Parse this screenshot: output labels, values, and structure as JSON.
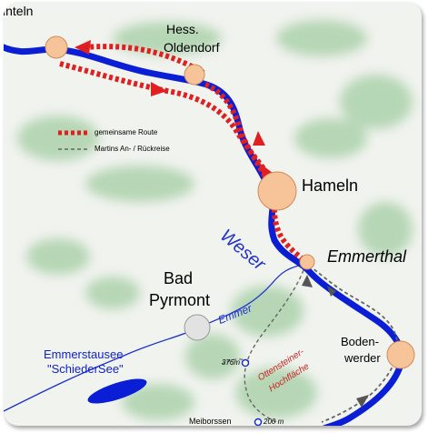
{
  "map": {
    "labels": {
      "rinteln": "inteln",
      "hess_oldendorf_1": "Hess.",
      "hess_oldendorf_2": "Oldendorf",
      "hameln": "Hameln",
      "emmerthal": "Emmerthal",
      "bad_pyrmont_1": "Bad",
      "bad_pyrmont_2": "Pyrmont",
      "bodenwerder_1": "Boden-",
      "bodenwerder_2": "werder",
      "weser": "Weser",
      "emmer": "Emmer",
      "emmerstausee_1": "Emmerstausee",
      "emmerstausee_2": "\"SchiederSee\"",
      "ottensteiner_1": "Ottensteiner-",
      "ottensteiner_2": "Hochfläche",
      "elevation_376": "376m",
      "meiborssen": "Meiborssen",
      "elevation_200": "200 m"
    },
    "legend": {
      "shared_route": "gemeinsame Route",
      "martins_route": "Martins An- / Rückreise"
    },
    "colors": {
      "river": "#0a1ed6",
      "shared_route": "#e02020",
      "martins_route": "#666666",
      "town_fill": "#f7c49a",
      "town_stroke": "#d08a58",
      "pyrmont_fill": "#e2e2e2",
      "forest": "#8fc48f"
    }
  }
}
